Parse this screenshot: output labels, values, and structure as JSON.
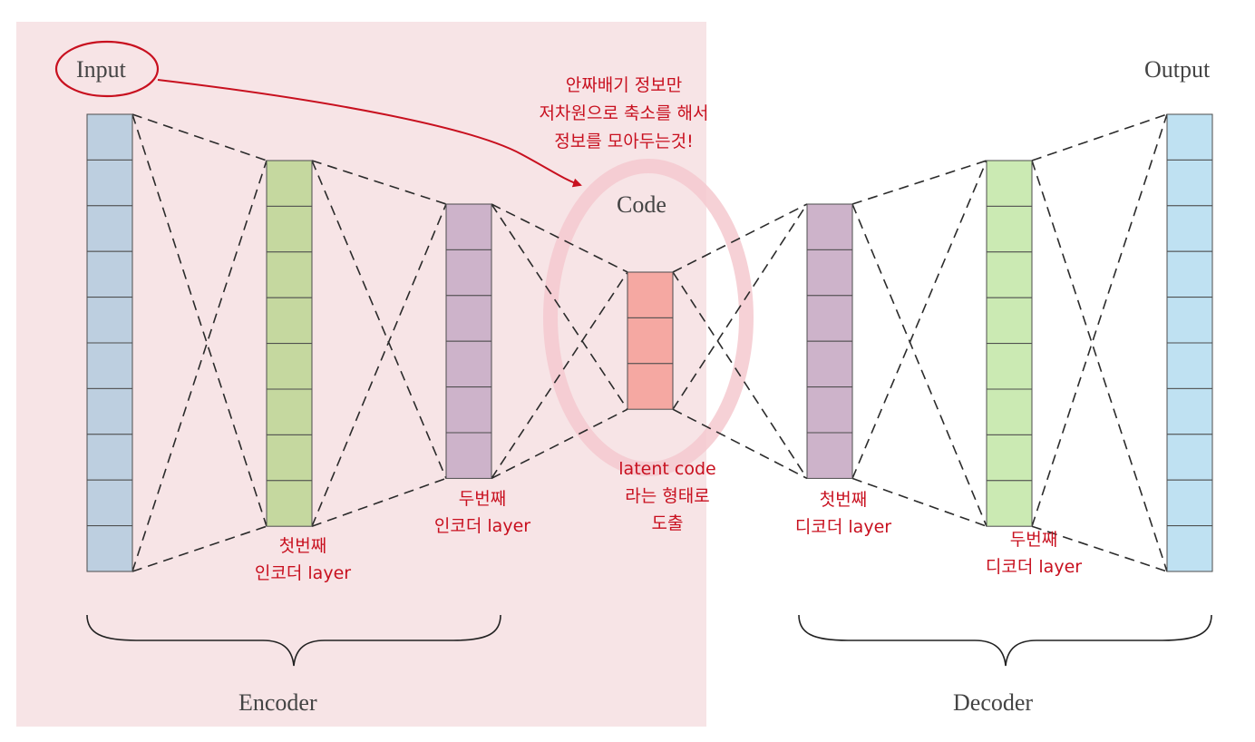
{
  "labels": {
    "input": "Input",
    "output": "Output",
    "code": "Code",
    "encoder": "Encoder",
    "decoder": "Decoder"
  },
  "annotations": {
    "code_note": [
      "안짜배기 정보만",
      "저차원으로 축소를 해서",
      "정보를 모아두는것!"
    ],
    "latent_note": [
      "latent code",
      "라는 형태로",
      "도출"
    ],
    "enc1_note": [
      "첫번째",
      "인코더 layer"
    ],
    "enc2_note": [
      "두번째",
      "인코더 layer"
    ],
    "dec1_note": [
      "첫번째",
      "디코더 layer"
    ],
    "dec2_note": [
      "두번째",
      "디코더 layer"
    ]
  },
  "colors": {
    "encoder_region": "#f7e4e6",
    "input_layer": "#bdcfe0",
    "encoder_layer_1": "#c5d89f",
    "encoder_layer_2": "#cdb3ca",
    "code_layer": "#f5a8a2",
    "decoder_layer_1": "#cdb3ca",
    "decoder_layer_2": "#cbeab3",
    "output_layer": "#bfe1f2",
    "annotation": "#c8101f",
    "code_highlight": "#f4c9cf"
  },
  "layers": [
    {
      "id": "input",
      "cells": 10,
      "color_key": "input_layer"
    },
    {
      "id": "enc1",
      "cells": 8,
      "color_key": "encoder_layer_1"
    },
    {
      "id": "enc2",
      "cells": 6,
      "color_key": "encoder_layer_2"
    },
    {
      "id": "code",
      "cells": 3,
      "color_key": "code_layer"
    },
    {
      "id": "dec1",
      "cells": 6,
      "color_key": "decoder_layer_1"
    },
    {
      "id": "dec2",
      "cells": 8,
      "color_key": "decoder_layer_2"
    },
    {
      "id": "output",
      "cells": 10,
      "color_key": "output_layer"
    }
  ]
}
